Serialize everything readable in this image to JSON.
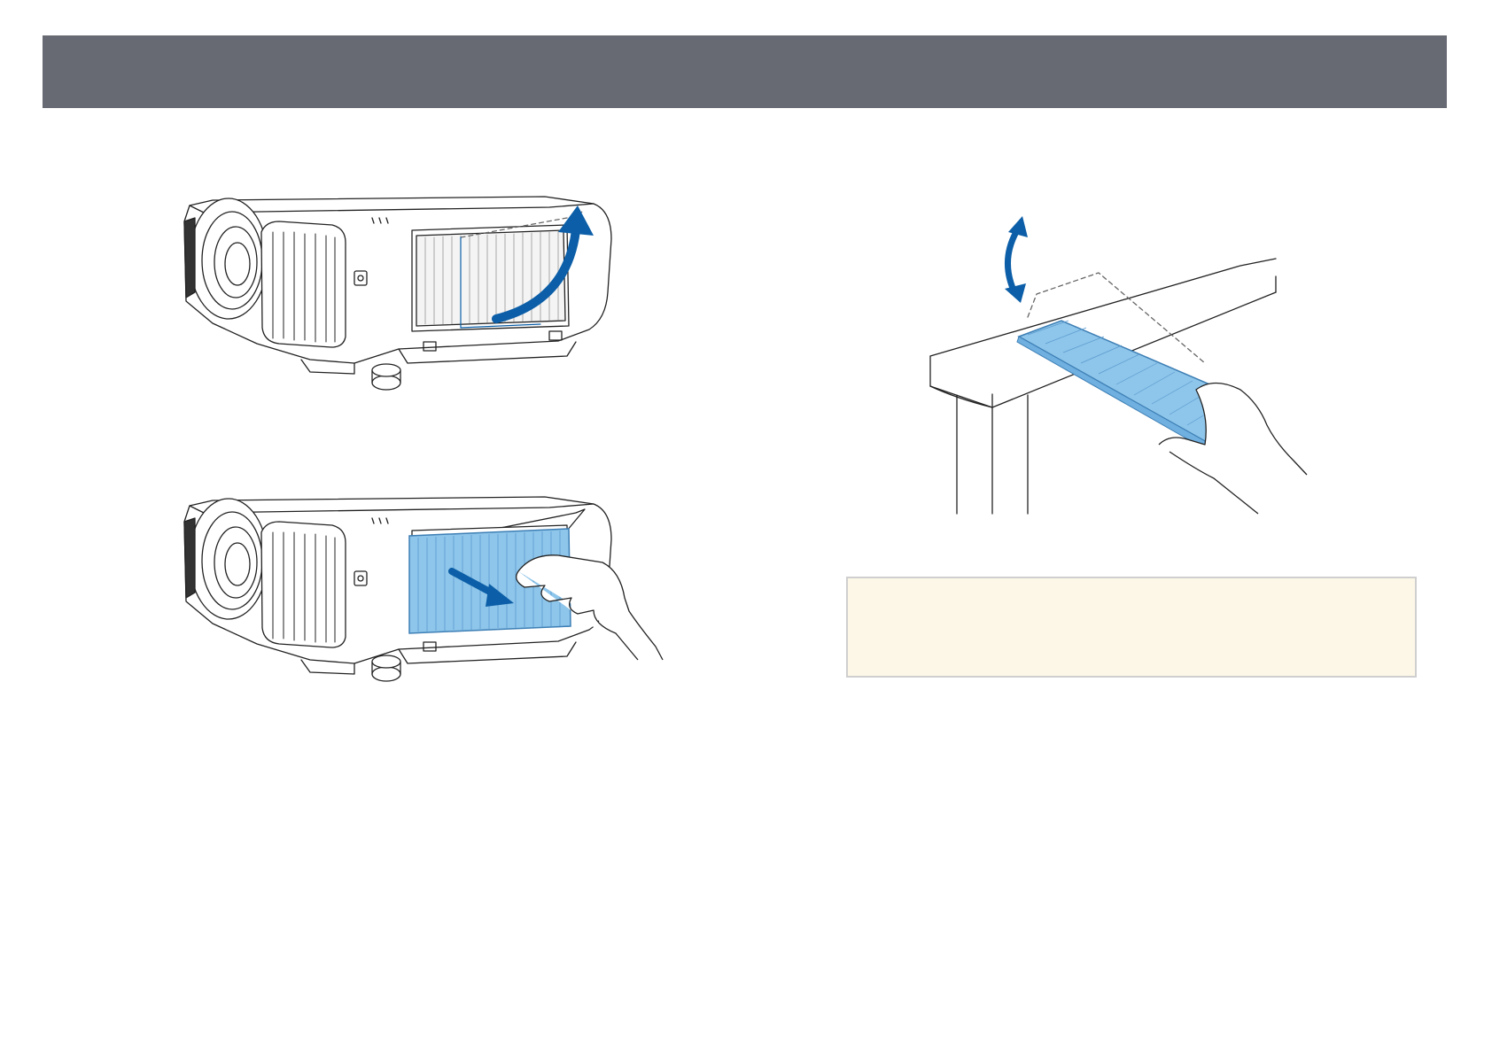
{
  "header": {
    "title": ""
  },
  "note": {
    "text": ""
  },
  "colors": {
    "header_bar": "#676a72",
    "filter_blue": "#8ec5ea",
    "arrow_blue": "#0b5ea7",
    "note_background": "#fdf7e8",
    "note_border": "#cfcfcf"
  },
  "illustrations": [
    {
      "id": "illus-open-cover",
      "depicts": "projector-open-air-filter-cover"
    },
    {
      "id": "illus-remove-filter",
      "depicts": "projector-remove-air-filter"
    },
    {
      "id": "illus-tap-filter",
      "depicts": "tap-air-filter-on-table-edge"
    }
  ]
}
